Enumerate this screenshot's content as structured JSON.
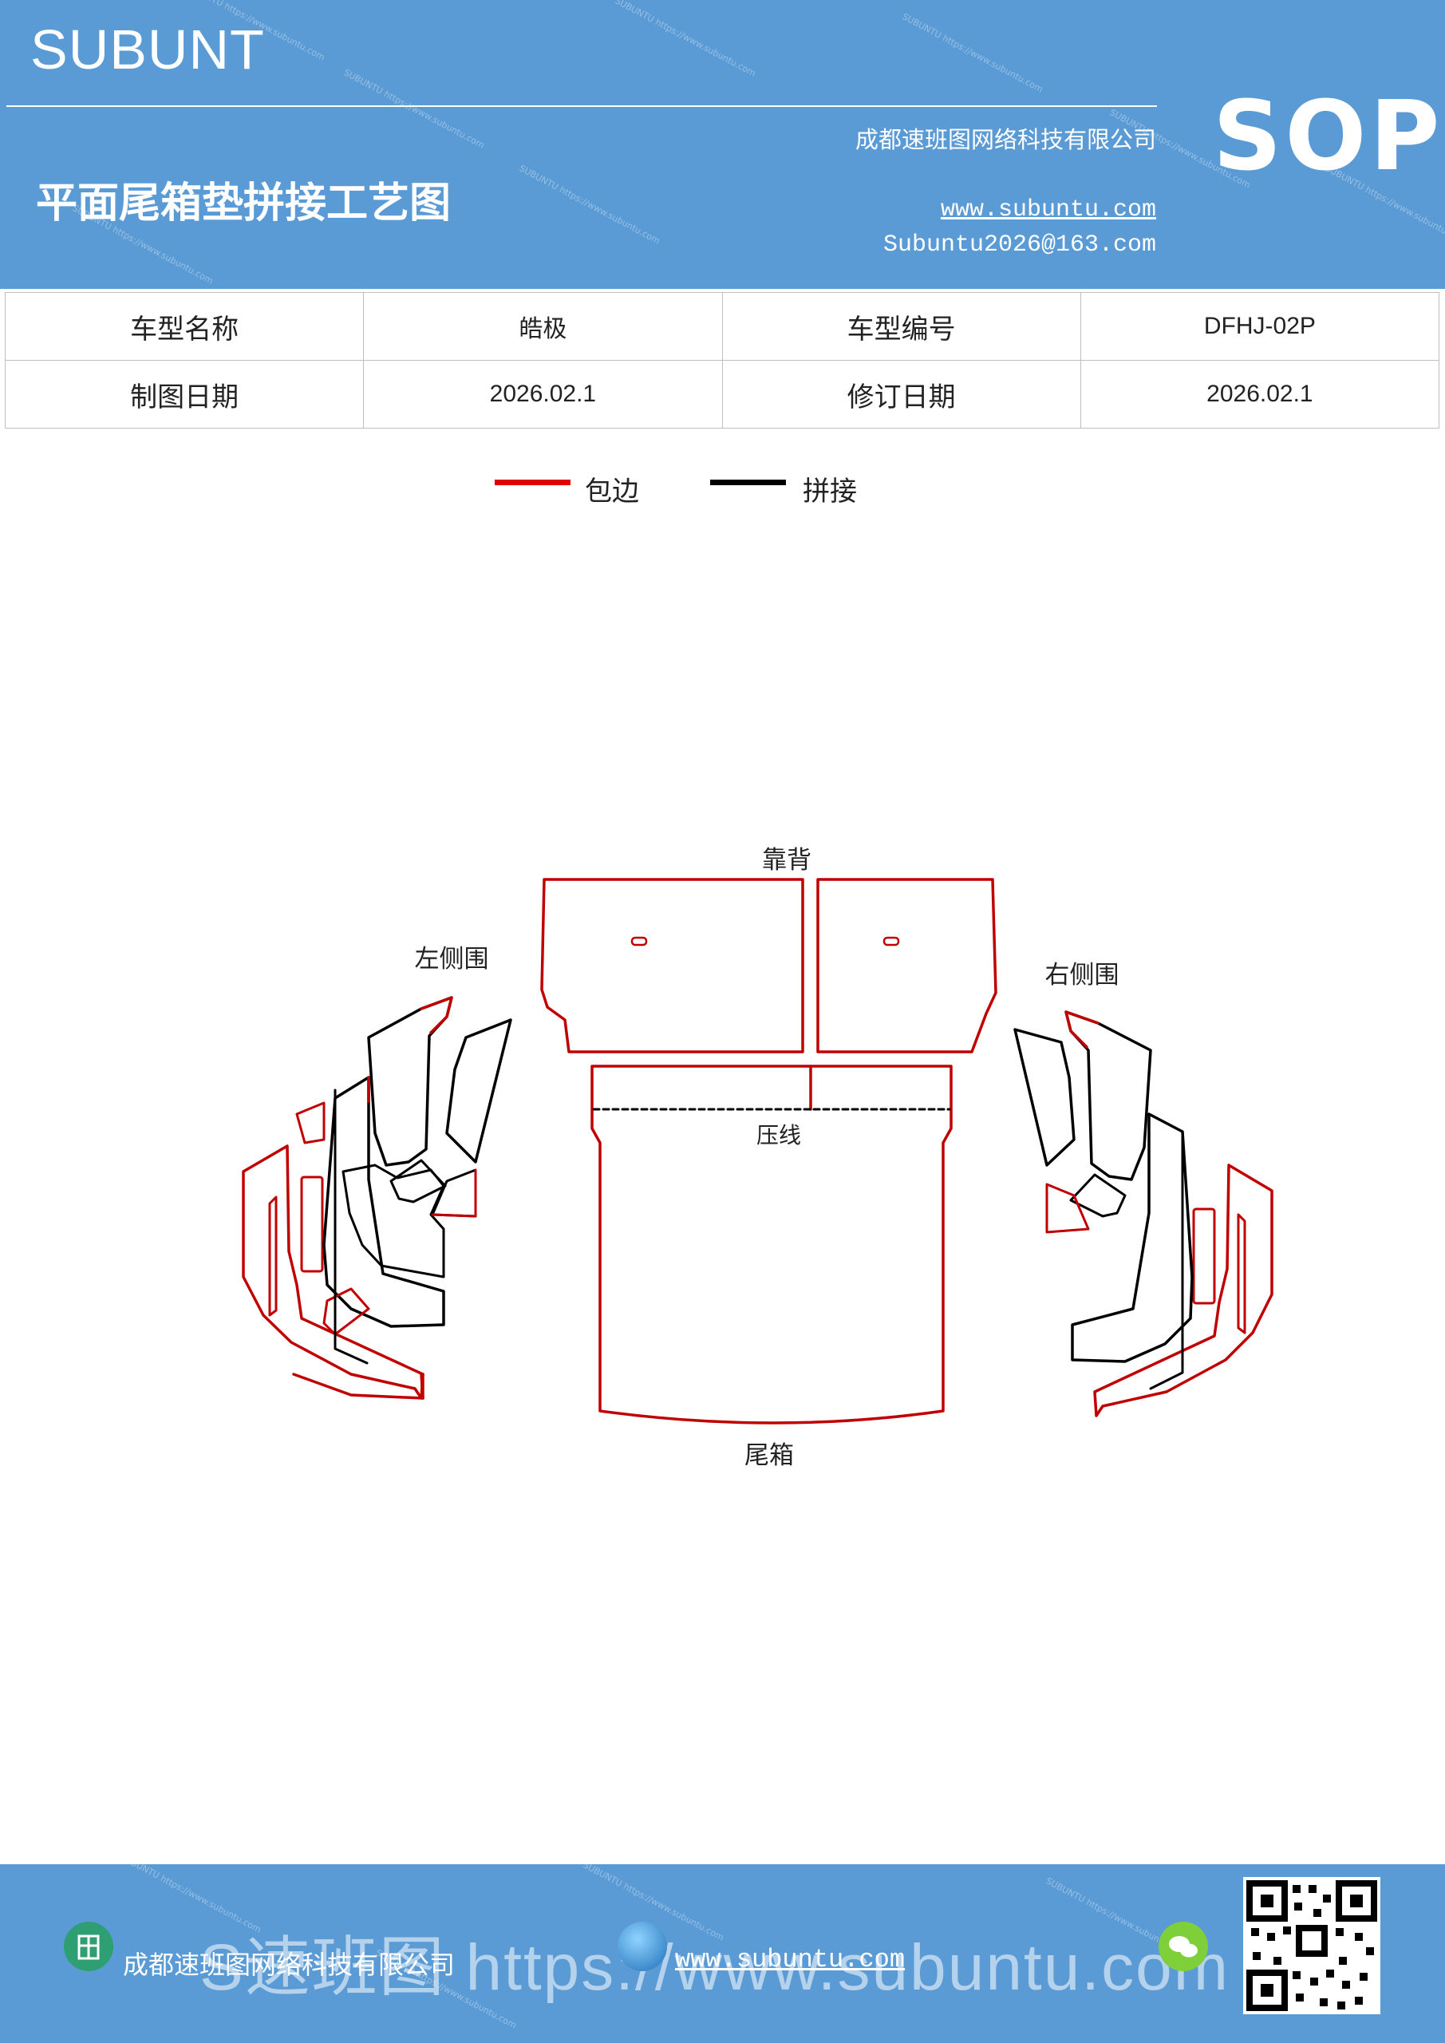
{
  "header": {
    "brand": "SUBUNT",
    "title": "平面尾箱垫拼接工艺图",
    "company": "成都速班图网络科技有限公司",
    "website": "www.subuntu.com",
    "email": "Subuntu2026@163.com",
    "badge": "SOP",
    "watermark": "SUBUNTU https://www.subuntu.com"
  },
  "info_table": {
    "rows": [
      [
        {
          "label": "车型名称"
        },
        {
          "value": "皓极"
        },
        {
          "label": "车型编号"
        },
        {
          "value": "DFHJ-02P"
        }
      ],
      [
        {
          "label": "制图日期"
        },
        {
          "value": "2026.02.1"
        },
        {
          "label": "修订日期"
        },
        {
          "value": "2026.02.1"
        }
      ]
    ]
  },
  "legend": {
    "items": [
      {
        "label": "包边",
        "color": "#e00000"
      },
      {
        "label": "拼接",
        "color": "#000000"
      }
    ]
  },
  "diagram": {
    "labels": {
      "backrest": "靠背",
      "left_side": "左侧围",
      "right_side": "右侧围",
      "crease": "压线",
      "trunk": "尾箱"
    },
    "edge_color": "#c00000",
    "seam_color": "#000000"
  },
  "footer": {
    "company": "成都速班图网络科技有限公司",
    "website": "www.subuntu.com",
    "overlay": "S速班图 https://www.subuntu.com"
  }
}
